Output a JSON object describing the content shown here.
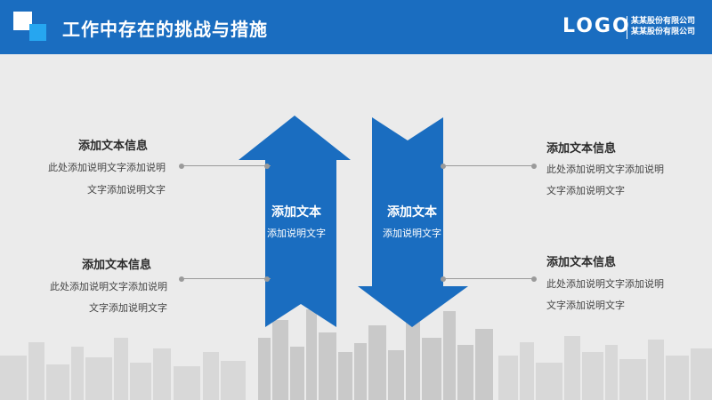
{
  "header": {
    "title": "工作中存在的挑战与措施",
    "logo": "LOGO",
    "company_line1": "某某股份有限公司",
    "company_line2": "某某股份有限公司"
  },
  "colors": {
    "primary": "#1a6dc0",
    "accent": "#26a6f0",
    "background": "#ebebeb"
  },
  "arrows": {
    "up": {
      "title": "添加文本",
      "desc": "添加说明文字"
    },
    "down": {
      "title": "添加文本",
      "desc": "添加说明文字"
    }
  },
  "blocks": {
    "left_top": {
      "title": "添加文本信息",
      "line1": "此处添加说明文字添加说明",
      "line2": "文字添加说明文字"
    },
    "left_bottom": {
      "title": "添加文本信息",
      "line1": "此处添加说明文字添加说明",
      "line2": "文字添加说明文字"
    },
    "right_top": {
      "title": "添加文本信息",
      "line1": "此处添加说明文字添加说明",
      "line2": "文字添加说明文字"
    },
    "right_bottom": {
      "title": "添加文本信息",
      "line1": "此处添加说明文字添加说明",
      "line2": "文字添加说明文字"
    }
  }
}
